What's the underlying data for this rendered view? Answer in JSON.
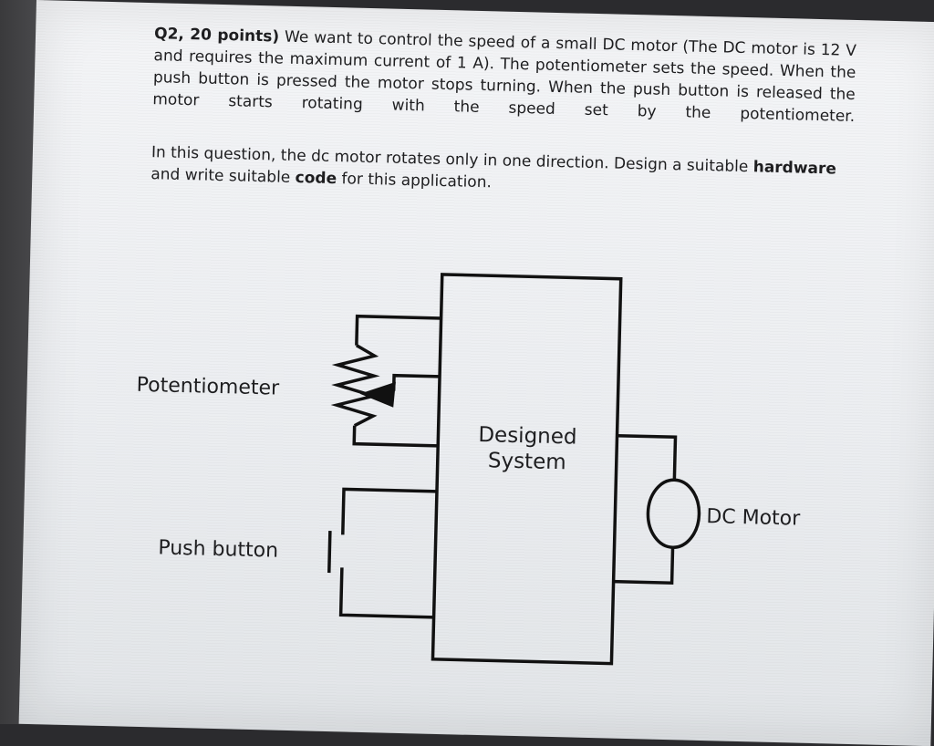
{
  "question": {
    "label": "Q2, 20 points)",
    "paragraph1": "We want to control the speed of a small DC motor (The DC motor is 12 V and requires the maximum current of 1 A). The potentiometer sets the speed. When the push button is pressed the motor stops turning. When the push button is released the motor starts rotating with the speed set by the potentiometer.",
    "p2_part1": "In this question, the dc motor rotates only in one direction. Design a suitable",
    "p2_bold1": "hardware",
    "p2_part2": "and write suitable",
    "p2_bold2": "code",
    "p2_part3": "for this application."
  },
  "diagram": {
    "potentiometer_label": "Potentiometer",
    "system_label_line1": "Designed",
    "system_label_line2": "System",
    "motor_label": "DC Motor",
    "button_label": "Push button"
  }
}
